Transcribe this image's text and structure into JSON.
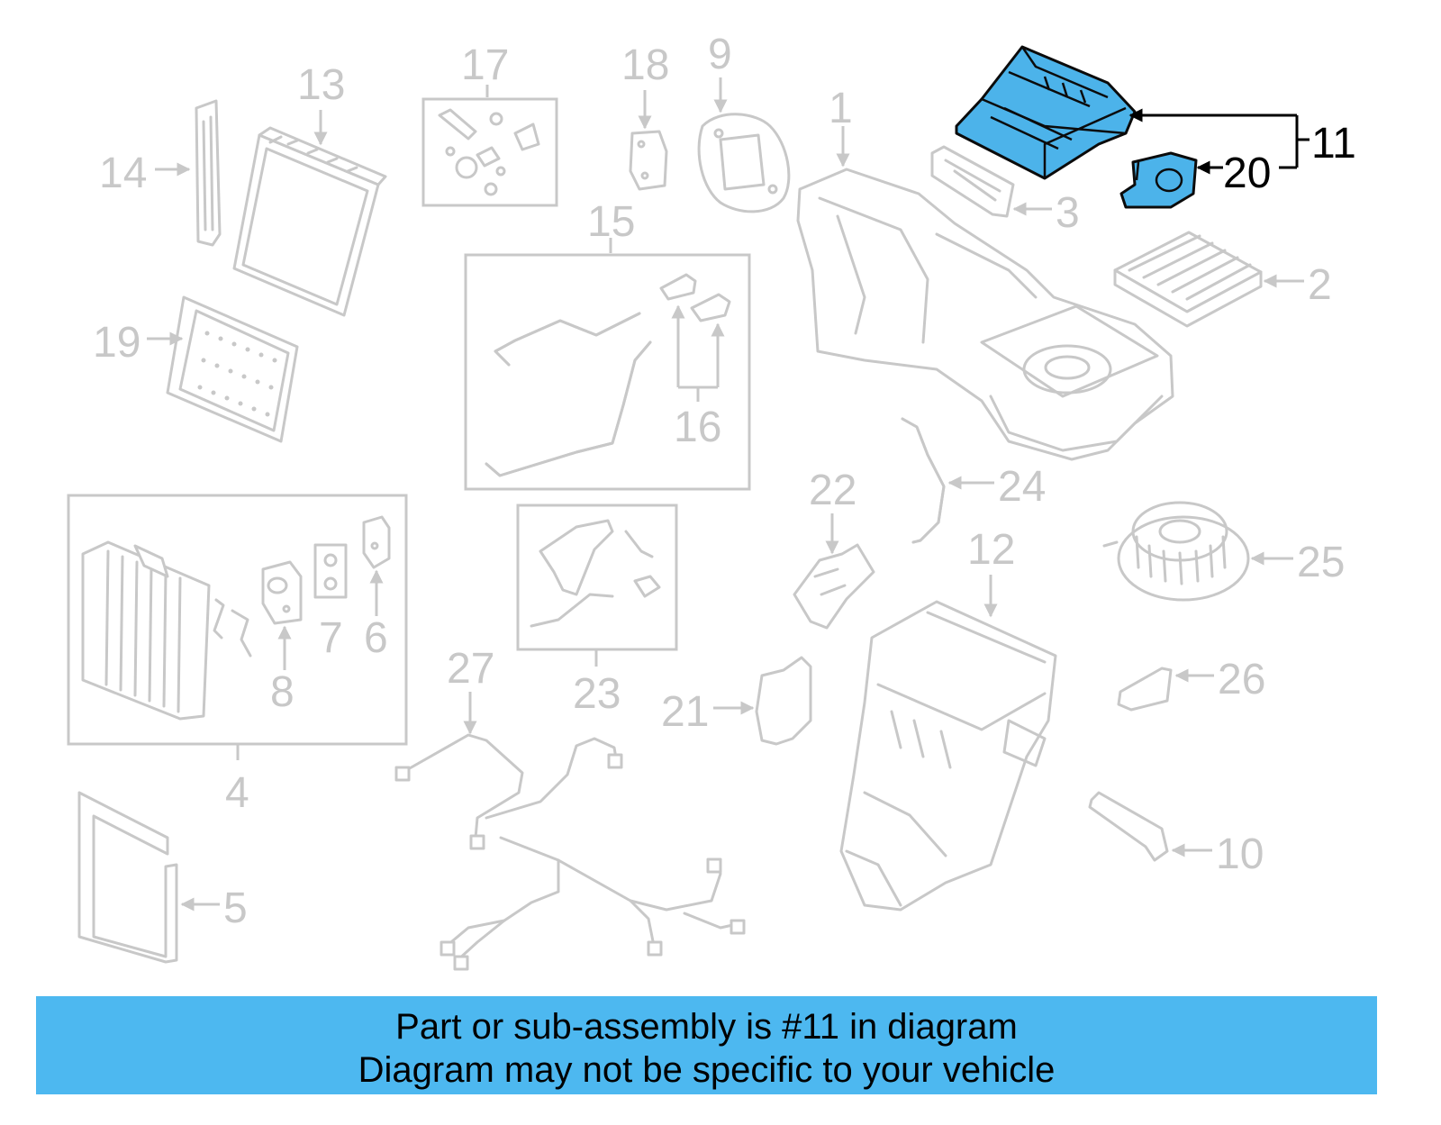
{
  "colors": {
    "accent": "#4cb3ea",
    "banner": "#4db8f0",
    "part_line": "#c8c8c8"
  },
  "labels": {
    "p1": "1",
    "p2": "2",
    "p3": "3",
    "p4": "4",
    "p5": "5",
    "p6": "6",
    "p7": "7",
    "p8": "8",
    "p9": "9",
    "p10": "10",
    "p11": "11",
    "p12": "12",
    "p13": "13",
    "p14": "14",
    "p15": "15",
    "p16": "16",
    "p17": "17",
    "p18": "18",
    "p19": "19",
    "p20": "20",
    "p21": "21",
    "p22": "22",
    "p23": "23",
    "p24": "24",
    "p25": "25",
    "p26": "26",
    "p27": "27"
  },
  "banner": {
    "line1": "Part or sub-assembly is #11 in diagram",
    "line2": "Diagram may not be specific to your vehicle"
  }
}
